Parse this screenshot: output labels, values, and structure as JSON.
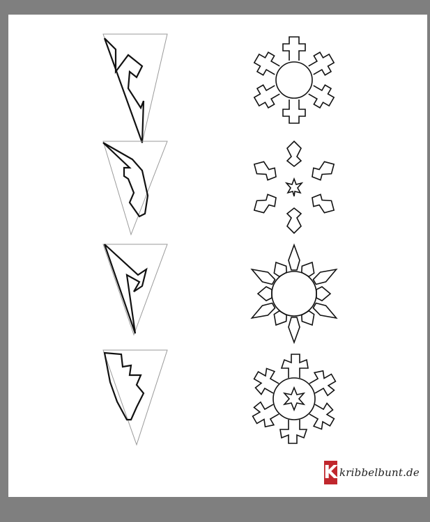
{
  "brand": {
    "logo_letter": "K",
    "name": "kribbelbunt.de",
    "accent": "#c0272d"
  },
  "templates": [
    {
      "fold_pattern": "folded-triangle-cut-1",
      "result": "snowflake-1"
    },
    {
      "fold_pattern": "folded-triangle-cut-2",
      "result": "snowflake-2"
    },
    {
      "fold_pattern": "folded-triangle-cut-3",
      "result": "snowflake-3"
    },
    {
      "fold_pattern": "folded-triangle-cut-4",
      "result": "snowflake-4"
    }
  ],
  "colors": {
    "background": "#7f7f7f",
    "page": "#ffffff",
    "outline": "#111111",
    "guide": "#9a9a9a"
  }
}
